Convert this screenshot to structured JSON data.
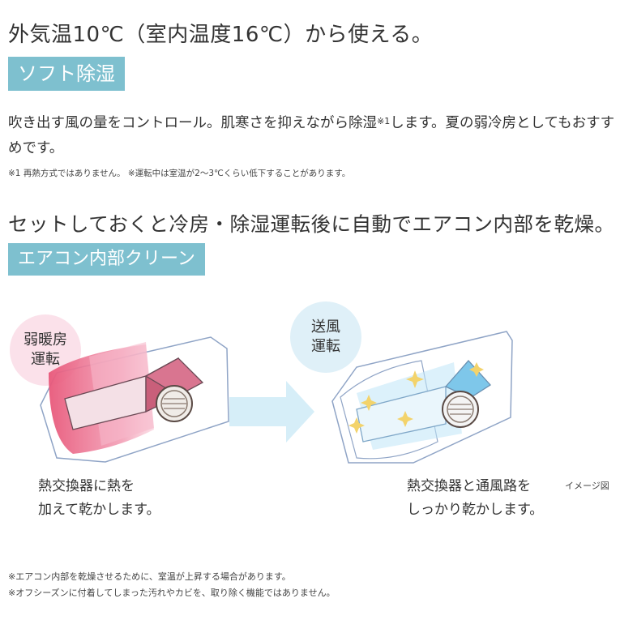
{
  "section1": {
    "headline": "外気温10℃（室内温度16℃）から使える。",
    "tag": "ソフト除湿",
    "body_before": "吹き出す風の量をコントロール。肌寒さを抑えながら除湿",
    "body_sup": "※1",
    "body_after": "します。夏の弱冷房としてもおすすめです。",
    "note": "※1 再熱方式ではありません。 ※運転中は室温が2～3℃くらい低下することがあります。"
  },
  "section2": {
    "headline": "セットしておくと冷房・除湿運転後に自動でエアコン内部を乾燥。",
    "tag": "エアコン内部クリーン"
  },
  "diagram": {
    "left_badge": [
      "弱暖房",
      "運転"
    ],
    "right_badge": [
      "送風",
      "運転"
    ],
    "left_caption": [
      "熱交換器に熱を",
      "加えて乾かします。"
    ],
    "right_caption": [
      "熱交換器と通風路を",
      "しっかり乾かします。"
    ],
    "image_note": "イメージ図",
    "colors": {
      "left_badge_bg": "#fbe1ea",
      "right_badge_bg": "#dff0f8",
      "heat": "#e8587a",
      "air": "#bfe6f7",
      "arrow": "#d6eef8"
    }
  },
  "footnotes": [
    "※エアコン内部を乾燥させるために、室温が上昇する場合があります。",
    "※オフシーズンに付着してしまった汚れやカビを、取り除く機能ではありません。"
  ]
}
